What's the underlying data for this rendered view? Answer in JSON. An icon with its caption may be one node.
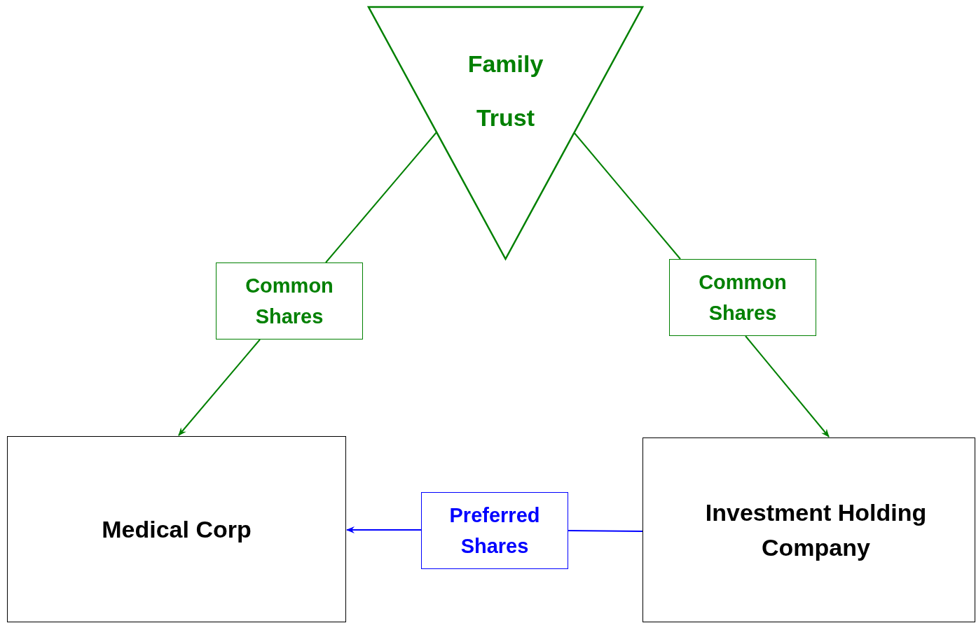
{
  "diagram": {
    "nodes": [
      {
        "text": [
          "Family Trust"
        ]
      },
      {
        "text": [
          "Common Shares"
        ]
      },
      {
        "text": [
          "Common Shares"
        ]
      },
      {
        "text": [
          "Medical Corp"
        ]
      },
      {
        "text": [
          "Investment Holding Company"
        ]
      },
      {
        "text": [
          "Preferred Shares"
        ]
      }
    ],
    "edges": [
      {
        "from": 0,
        "to": 1,
        "arrow": "none"
      },
      {
        "from": 1,
        "to": 3,
        "arrow": "to"
      },
      {
        "from": 0,
        "to": 2,
        "arrow": "none"
      },
      {
        "from": 2,
        "to": 4,
        "arrow": "to"
      },
      {
        "from": 4,
        "to": 5,
        "arrow": "none",
        "color": "#0000ff"
      },
      {
        "from": 5,
        "to": 3,
        "arrow": "to",
        "color": "#0000ff"
      }
    ]
  }
}
